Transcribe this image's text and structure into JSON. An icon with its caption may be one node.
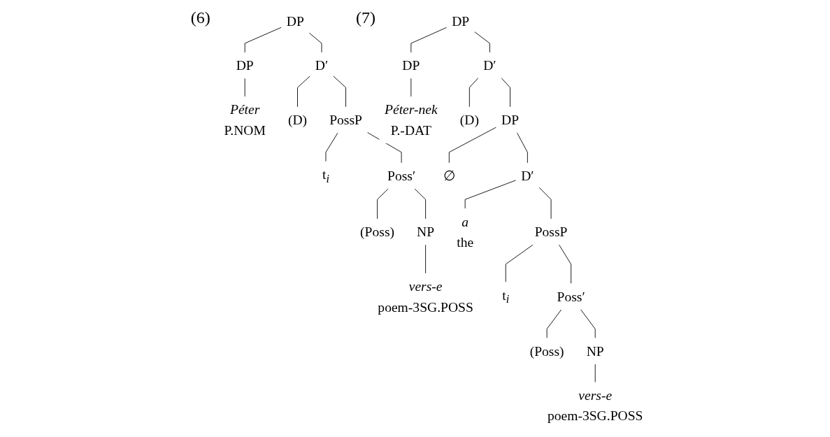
{
  "diagram": {
    "nodes": [
      {
        "text": [
          "DP"
        ]
      },
      {
        "text": [
          "DP"
        ]
      },
      {
        "text": [
          "Péter",
          "P.NOM"
        ]
      },
      {
        "text": [
          "D′"
        ]
      },
      {
        "text": [
          "(D)"
        ]
      },
      {
        "text": [
          "PossP"
        ]
      },
      {
        "text": [
          "t$_{i}$"
        ]
      },
      {
        "text": [
          "Poss′"
        ]
      },
      {
        "text": [
          "(Poss)"
        ]
      },
      {
        "text": [
          "NP"
        ]
      },
      {
        "text": [
          "vers-e",
          "poem-3SG.POSS"
        ]
      },
      {
        "text": [
          "DP"
        ]
      },
      {
        "text": [
          "DP"
        ]
      },
      {
        "text": [
          "Péter-nek",
          "P.-DAT"
        ]
      },
      {
        "text": [
          "D′"
        ]
      },
      {
        "text": [
          "(D)"
        ]
      },
      {
        "text": [
          "DP"
        ]
      },
      {
        "text": [
          "∅"
        ]
      },
      {
        "text": [
          "D′"
        ]
      },
      {
        "text": [
          "a",
          "the"
        ]
      },
      {
        "text": [
          "PossP"
        ]
      },
      {
        "text": [
          "t$_{i}$"
        ]
      },
      {
        "text": [
          "Poss′"
        ]
      },
      {
        "text": [
          "(Poss)"
        ]
      },
      {
        "text": [
          "NP"
        ]
      },
      {
        "text": [
          "vers-e",
          "poem-3SG.POSS"
        ]
      }
    ],
    "edges": [
      {
        "from": 0,
        "to": 1,
        "arrow": "none"
      },
      {
        "from": 1,
        "to": 2,
        "arrow": "none"
      },
      {
        "from": 0,
        "to": 3,
        "arrow": "none"
      },
      {
        "from": 3,
        "to": 4,
        "arrow": "none"
      },
      {
        "from": 3,
        "to": 5,
        "arrow": "none"
      },
      {
        "from": 5,
        "to": 6,
        "arrow": "none"
      },
      {
        "from": 5,
        "to": 7,
        "arrow": "none"
      },
      {
        "from": 7,
        "to": 8,
        "arrow": "none"
      },
      {
        "from": 7,
        "to": 9,
        "arrow": "none"
      },
      {
        "from": 9,
        "to": 10,
        "arrow": "none"
      },
      {
        "from": 11,
        "to": 12,
        "arrow": "none"
      },
      {
        "from": 12,
        "to": 13,
        "arrow": "none"
      },
      {
        "from": 11,
        "to": 14,
        "arrow": "none"
      },
      {
        "from": 14,
        "to": 15,
        "arrow": "none"
      },
      {
        "from": 14,
        "to": 16,
        "arrow": "none"
      },
      {
        "from": 16,
        "to": 17,
        "arrow": "none"
      },
      {
        "from": 16,
        "to": 18,
        "arrow": "none"
      },
      {
        "from": 18,
        "to": 19,
        "arrow": "none"
      },
      {
        "from": 18,
        "to": 20,
        "arrow": "none"
      },
      {
        "from": 20,
        "to": 21,
        "arrow": "none"
      },
      {
        "from": 20,
        "to": 22,
        "arrow": "none"
      },
      {
        "from": 22,
        "to": 23,
        "arrow": "none"
      },
      {
        "from": 22,
        "to": 24,
        "arrow": "none"
      },
      {
        "from": 24,
        "to": 25,
        "arrow": "none"
      }
    ],
    "labels": [
      "(6)",
      "(7)"
    ]
  }
}
